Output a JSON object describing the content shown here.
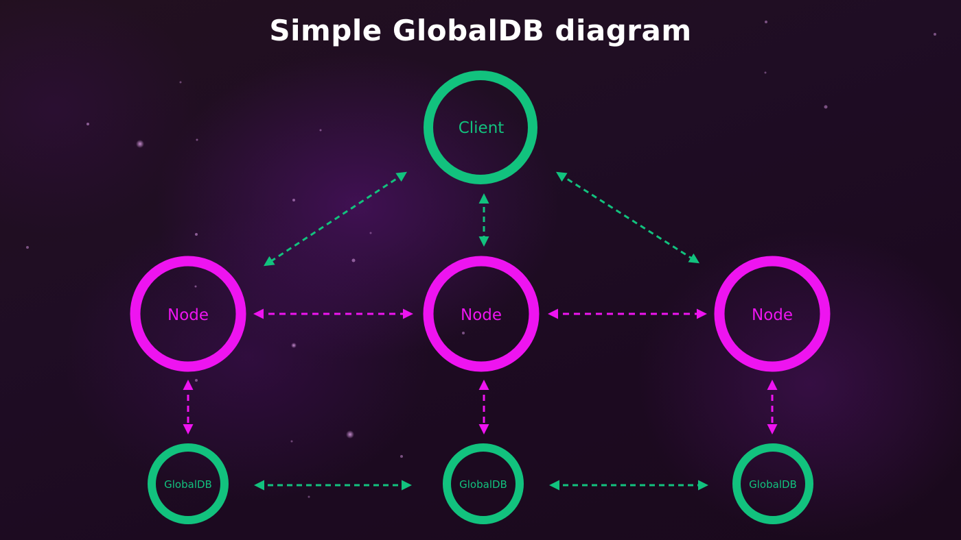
{
  "title": "Simple GlobalDB diagram",
  "colors": {
    "client": "#12c27e",
    "node": "#ee14f0",
    "globaldb": "#12c27e",
    "background": "#1f0d24",
    "title": "#ffffff"
  },
  "nodes": {
    "client": {
      "label": "Client"
    },
    "node_left": {
      "label": "Node"
    },
    "node_center": {
      "label": "Node"
    },
    "node_right": {
      "label": "Node"
    },
    "db_left": {
      "label": "GlobalDB"
    },
    "db_center": {
      "label": "GlobalDB"
    },
    "db_right": {
      "label": "GlobalDB"
    }
  },
  "edges": [
    {
      "from": "client",
      "to": "node_left",
      "style": "dashed",
      "direction": "bidirectional",
      "color": "#12c27e"
    },
    {
      "from": "client",
      "to": "node_center",
      "style": "dashed",
      "direction": "bidirectional",
      "color": "#12c27e"
    },
    {
      "from": "client",
      "to": "node_right",
      "style": "dashed",
      "direction": "bidirectional",
      "color": "#12c27e"
    },
    {
      "from": "node_left",
      "to": "node_center",
      "style": "dashed",
      "direction": "bidirectional",
      "color": "#ee14f0"
    },
    {
      "from": "node_center",
      "to": "node_right",
      "style": "dashed",
      "direction": "bidirectional",
      "color": "#ee14f0"
    },
    {
      "from": "node_left",
      "to": "db_left",
      "style": "dashed",
      "direction": "bidirectional",
      "color": "#ee14f0"
    },
    {
      "from": "node_center",
      "to": "db_center",
      "style": "dashed",
      "direction": "bidirectional",
      "color": "#ee14f0"
    },
    {
      "from": "node_right",
      "to": "db_right",
      "style": "dashed",
      "direction": "bidirectional",
      "color": "#ee14f0"
    },
    {
      "from": "db_left",
      "to": "db_center",
      "style": "dashed",
      "direction": "bidirectional",
      "color": "#12c27e"
    },
    {
      "from": "db_center",
      "to": "db_right",
      "style": "dashed",
      "direction": "bidirectional",
      "color": "#12c27e"
    }
  ]
}
